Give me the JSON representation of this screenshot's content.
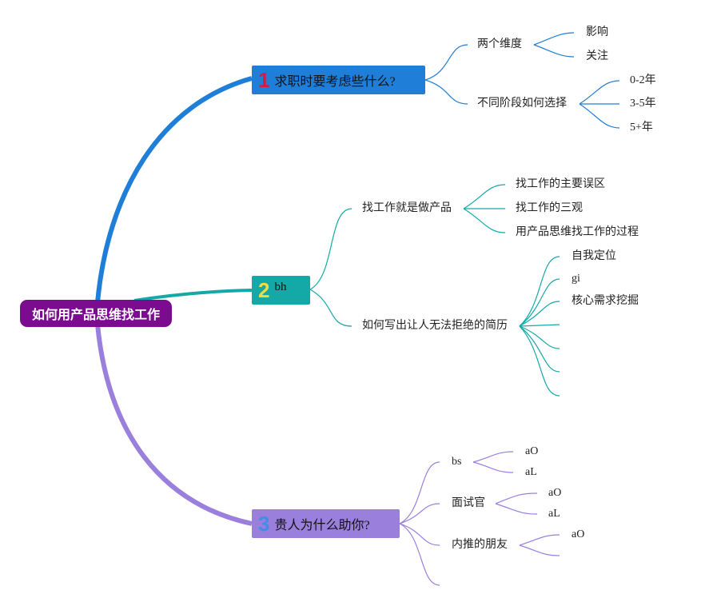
{
  "root": {
    "label": "如何用产品思维找工作"
  },
  "colors": {
    "root": "#7b0c8f",
    "topic1": "#1f7fd8",
    "topic2": "#14a9a6",
    "topic3": "#9b7fdd"
  },
  "topics": [
    {
      "number": "1",
      "label": "求职时要考虑些什么?",
      "children": [
        {
          "label": "两个维度",
          "children": [
            "影响",
            "关注"
          ]
        },
        {
          "label": "不同阶段如何选择",
          "children": [
            "0-2年",
            "3-5年",
            "5+年"
          ]
        }
      ]
    },
    {
      "number": "2",
      "label": "bh",
      "children": [
        {
          "label": "找工作就是做产品",
          "children": [
            "找工作的主要误区",
            "找工作的三观",
            "用产品思维找工作的过程"
          ]
        },
        {
          "label": "如何写出让人无法拒绝的简历",
          "children": [
            "自我定位",
            "gi",
            "核心需求挖掘",
            "",
            "",
            "",
            ""
          ]
        }
      ]
    },
    {
      "number": "3",
      "label": "贵人为什么助你?",
      "children": [
        {
          "label": "bs",
          "children": [
            "aO",
            "aL"
          ]
        },
        {
          "label": "面试官",
          "children": [
            "aO",
            "aL"
          ]
        },
        {
          "label": "内推的朋友",
          "children": [
            "aO",
            ""
          ]
        },
        {
          "label": "",
          "children": []
        }
      ]
    }
  ]
}
